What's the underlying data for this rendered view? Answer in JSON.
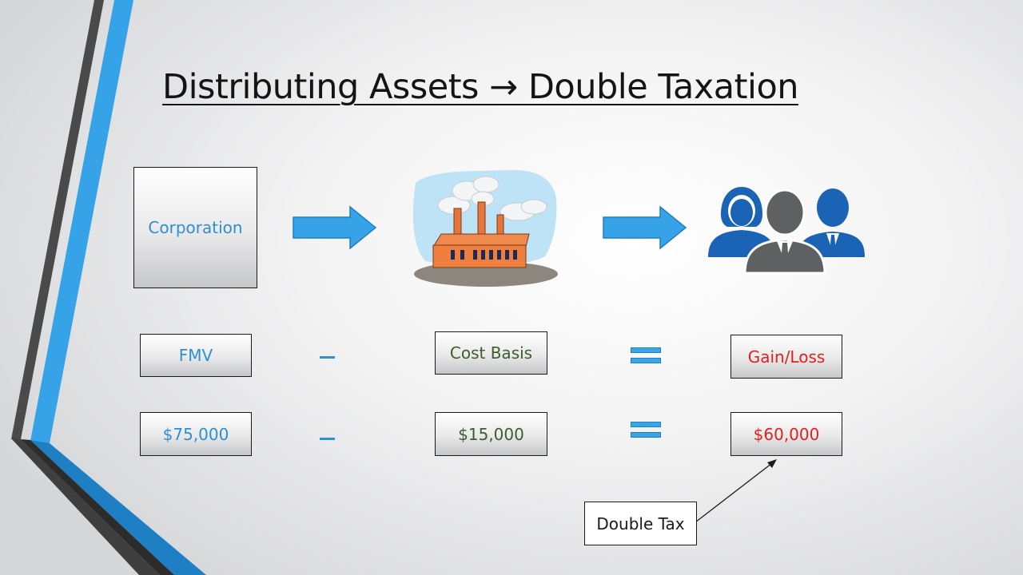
{
  "slide": {
    "title": "Distributing Assets → Double Taxation",
    "flow": {
      "entity_label": "Corporation",
      "asset_icon": "factory-icon",
      "recipient_icon": "shareholders-icon",
      "arrow_icon": "right-arrow-icon"
    },
    "formula_row": {
      "first": "FMV",
      "operator_1": "minus",
      "second": "Cost Basis",
      "operator_2": "equals",
      "result": "Gain/Loss"
    },
    "values_row": {
      "first": "$75,000",
      "operator_1": "minus",
      "second": "$15,000",
      "operator_2": "equals",
      "result": "$60,000"
    },
    "callout": "Double Tax",
    "colors": {
      "accent_blue": "#2e8fd1",
      "cost_green": "#3d5d2a",
      "result_red": "#e0201f",
      "arrow_fill": "#36a3e8"
    }
  }
}
